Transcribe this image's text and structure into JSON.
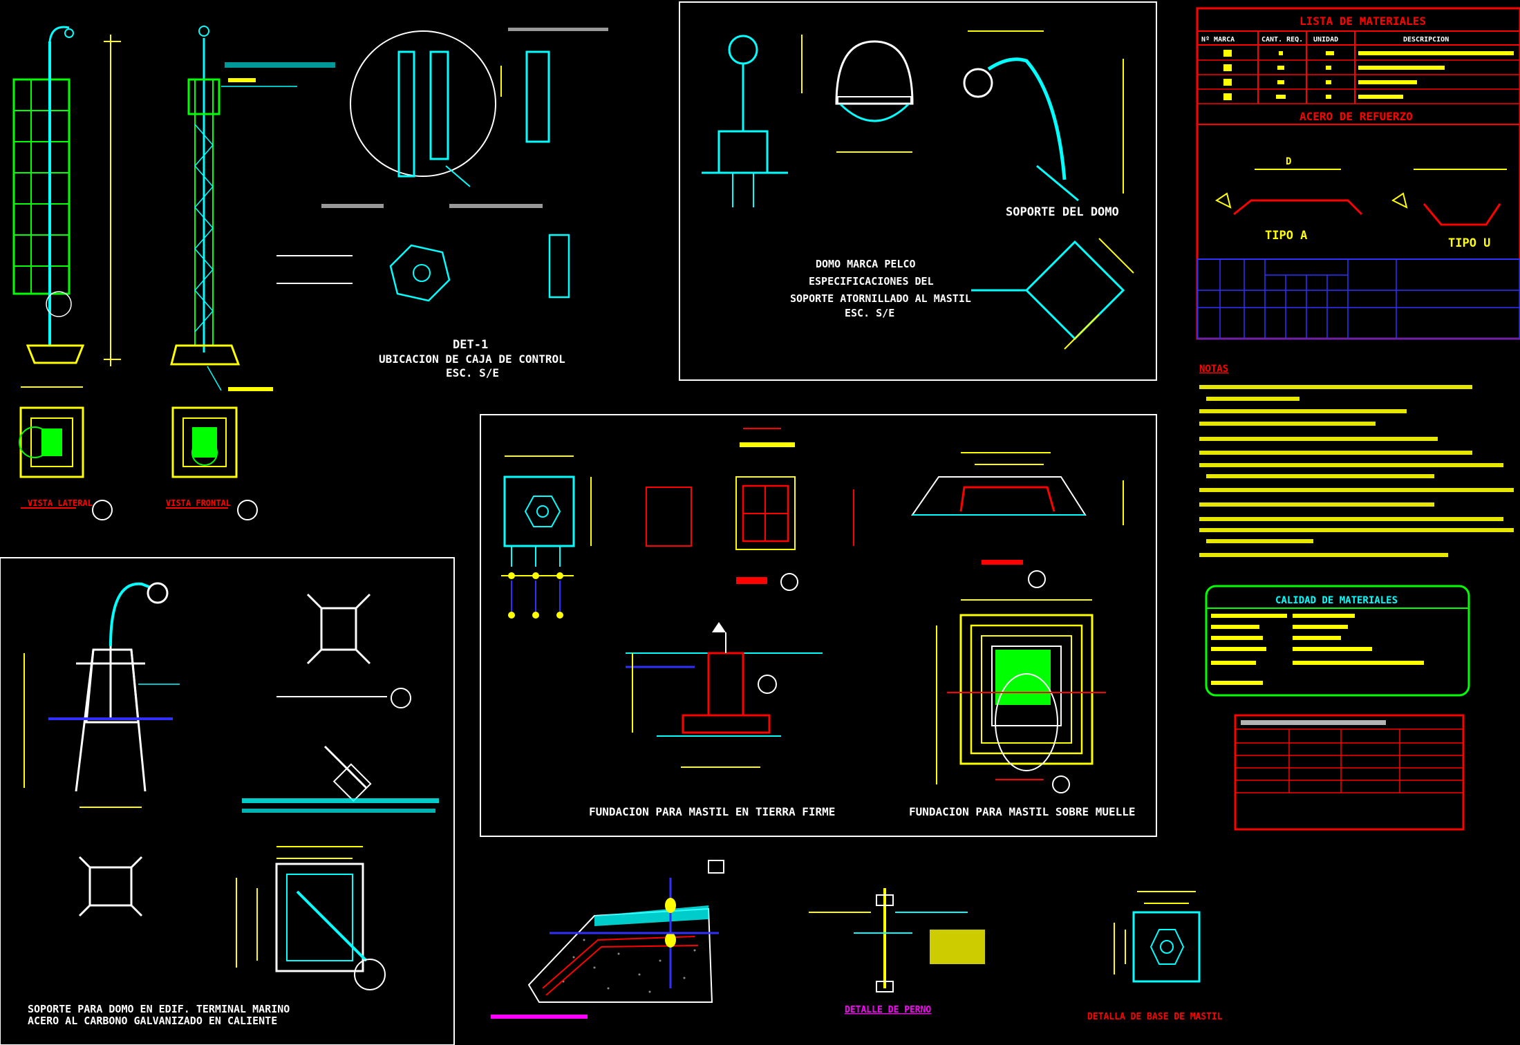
{
  "colors": {
    "background": "#000000",
    "cyan": "#00ffff",
    "yellow": "#ffff00",
    "green": "#00ff00",
    "red": "#ff0000",
    "white": "#ffffff",
    "magenta": "#ff00ff",
    "blue": "#3030ff"
  },
  "mast": {
    "view_lateral": "VISTA LATERAL",
    "view_frontal": "VISTA FRONTAL"
  },
  "det1": {
    "tag": "DET-1",
    "title": "UBICACION DE CAJA DE CONTROL",
    "scale": "ESC. S/E"
  },
  "dome_panel": {
    "support_label": "SOPORTE DEL DOMO",
    "caption_lines": [
      "DOMO MARCA PELCO",
      "ESPECIFICACIONES DEL",
      "SOPORTE ATORNILLADO AL MASTIL",
      "ESC. S/E"
    ]
  },
  "materials_list": {
    "title": "LISTA DE MATERIALES",
    "columns": [
      "Nº MARCA",
      "CANT. REQ.",
      "UNIDAD",
      "DESCRIPCION"
    ],
    "rebar_title": "ACERO DE REFUERZO",
    "rebar_dim": "D",
    "type_a": "TIPO A",
    "type_u": "TIPO U"
  },
  "notes": {
    "title": "NOTAS"
  },
  "quality": {
    "title": "CALIDAD DE MATERIALES"
  },
  "foundation_panel": {
    "footing_a": "FUNDACION PARA MASTIL EN TIERRA FIRME",
    "footing_b": "FUNDACION PARA MASTIL SOBRE MUELLE"
  },
  "dock_panel": {
    "caption_lines": [
      "SOPORTE PARA DOMO EN EDIF. TERMINAL MARINO",
      "ACERO AL CARBONO GALVANIZADO EN CALIENTE"
    ]
  },
  "details": {
    "pin_detail": "DETALLE DE PERNO",
    "base_detail": "DETALLA DE BASE DE MASTIL"
  }
}
